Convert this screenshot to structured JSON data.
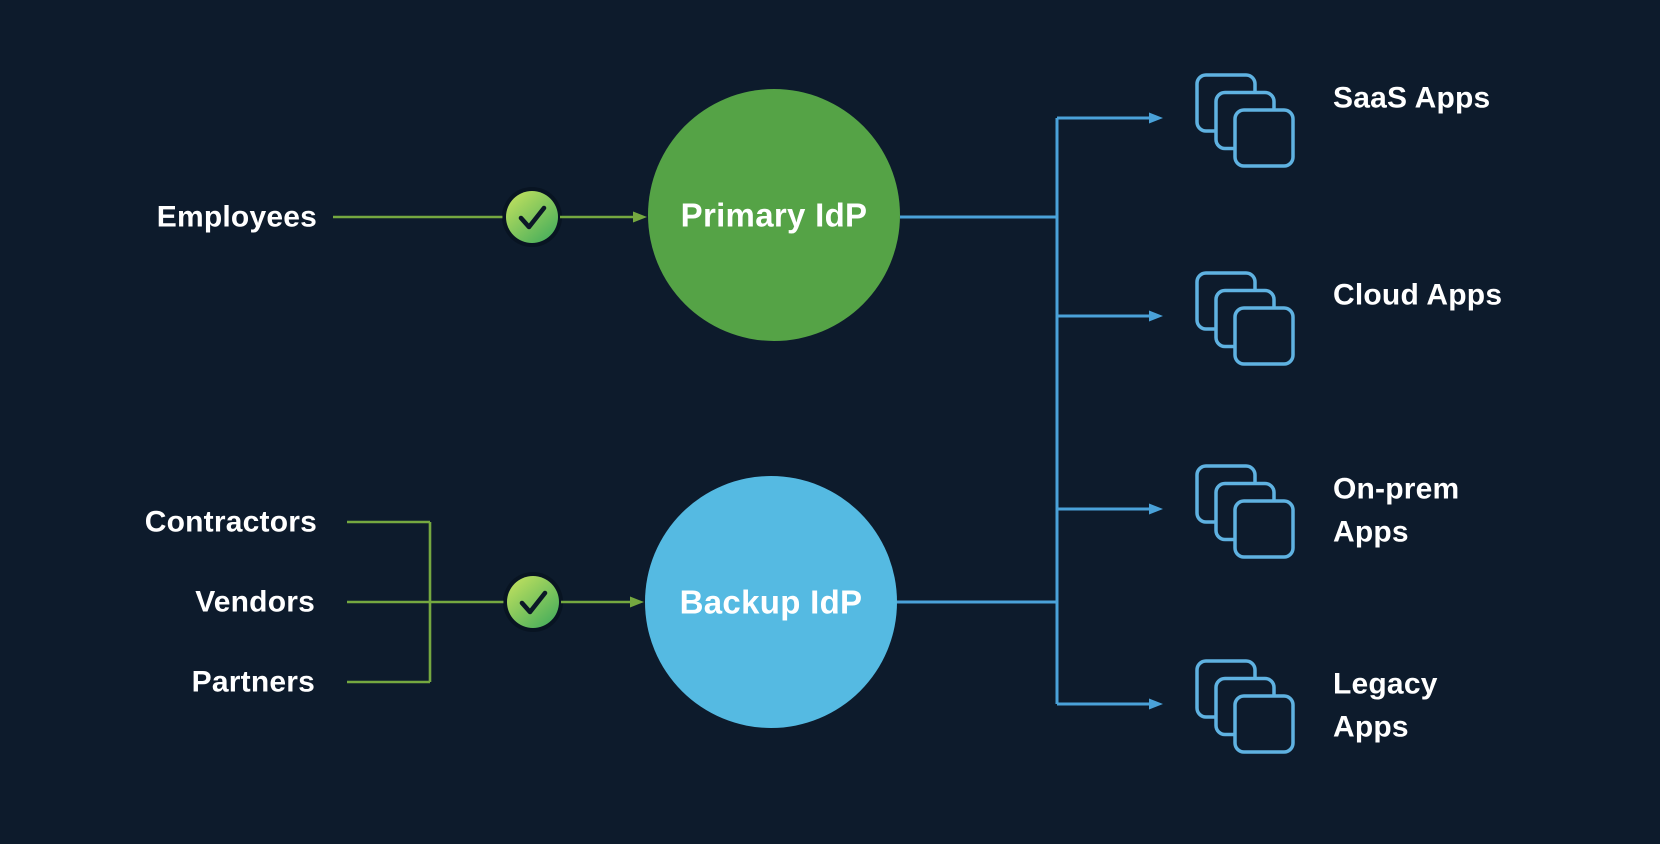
{
  "diagram": {
    "background_color": "#0d1b2c",
    "text_color": "#ffffff",
    "primary_flow": {
      "source_label": "Employees",
      "check_icon": "checkmark",
      "node_label": "Primary IdP",
      "node_color": "#55a346",
      "connector_color": "#75a840"
    },
    "backup_flow": {
      "source_labels": [
        "Contractors",
        "Vendors",
        "Partners"
      ],
      "check_icon": "checkmark",
      "node_label": "Backup IdP",
      "node_color": "#55bae2",
      "connector_color": "#75a840"
    },
    "check_badge": {
      "gradient_start": "#c9e45e",
      "gradient_end": "#45ad5c",
      "check_color": "#0c1827"
    },
    "fanout": {
      "line_color": "#4aa2d9",
      "app_icon": "app-stack",
      "app_icon_color": "#5fb2e1",
      "apps": [
        {
          "lines": [
            "SaaS Apps"
          ]
        },
        {
          "lines": [
            "Cloud Apps"
          ]
        },
        {
          "lines": [
            "On-prem",
            "Apps"
          ]
        },
        {
          "lines": [
            "Legacy",
            "Apps"
          ]
        }
      ]
    }
  }
}
